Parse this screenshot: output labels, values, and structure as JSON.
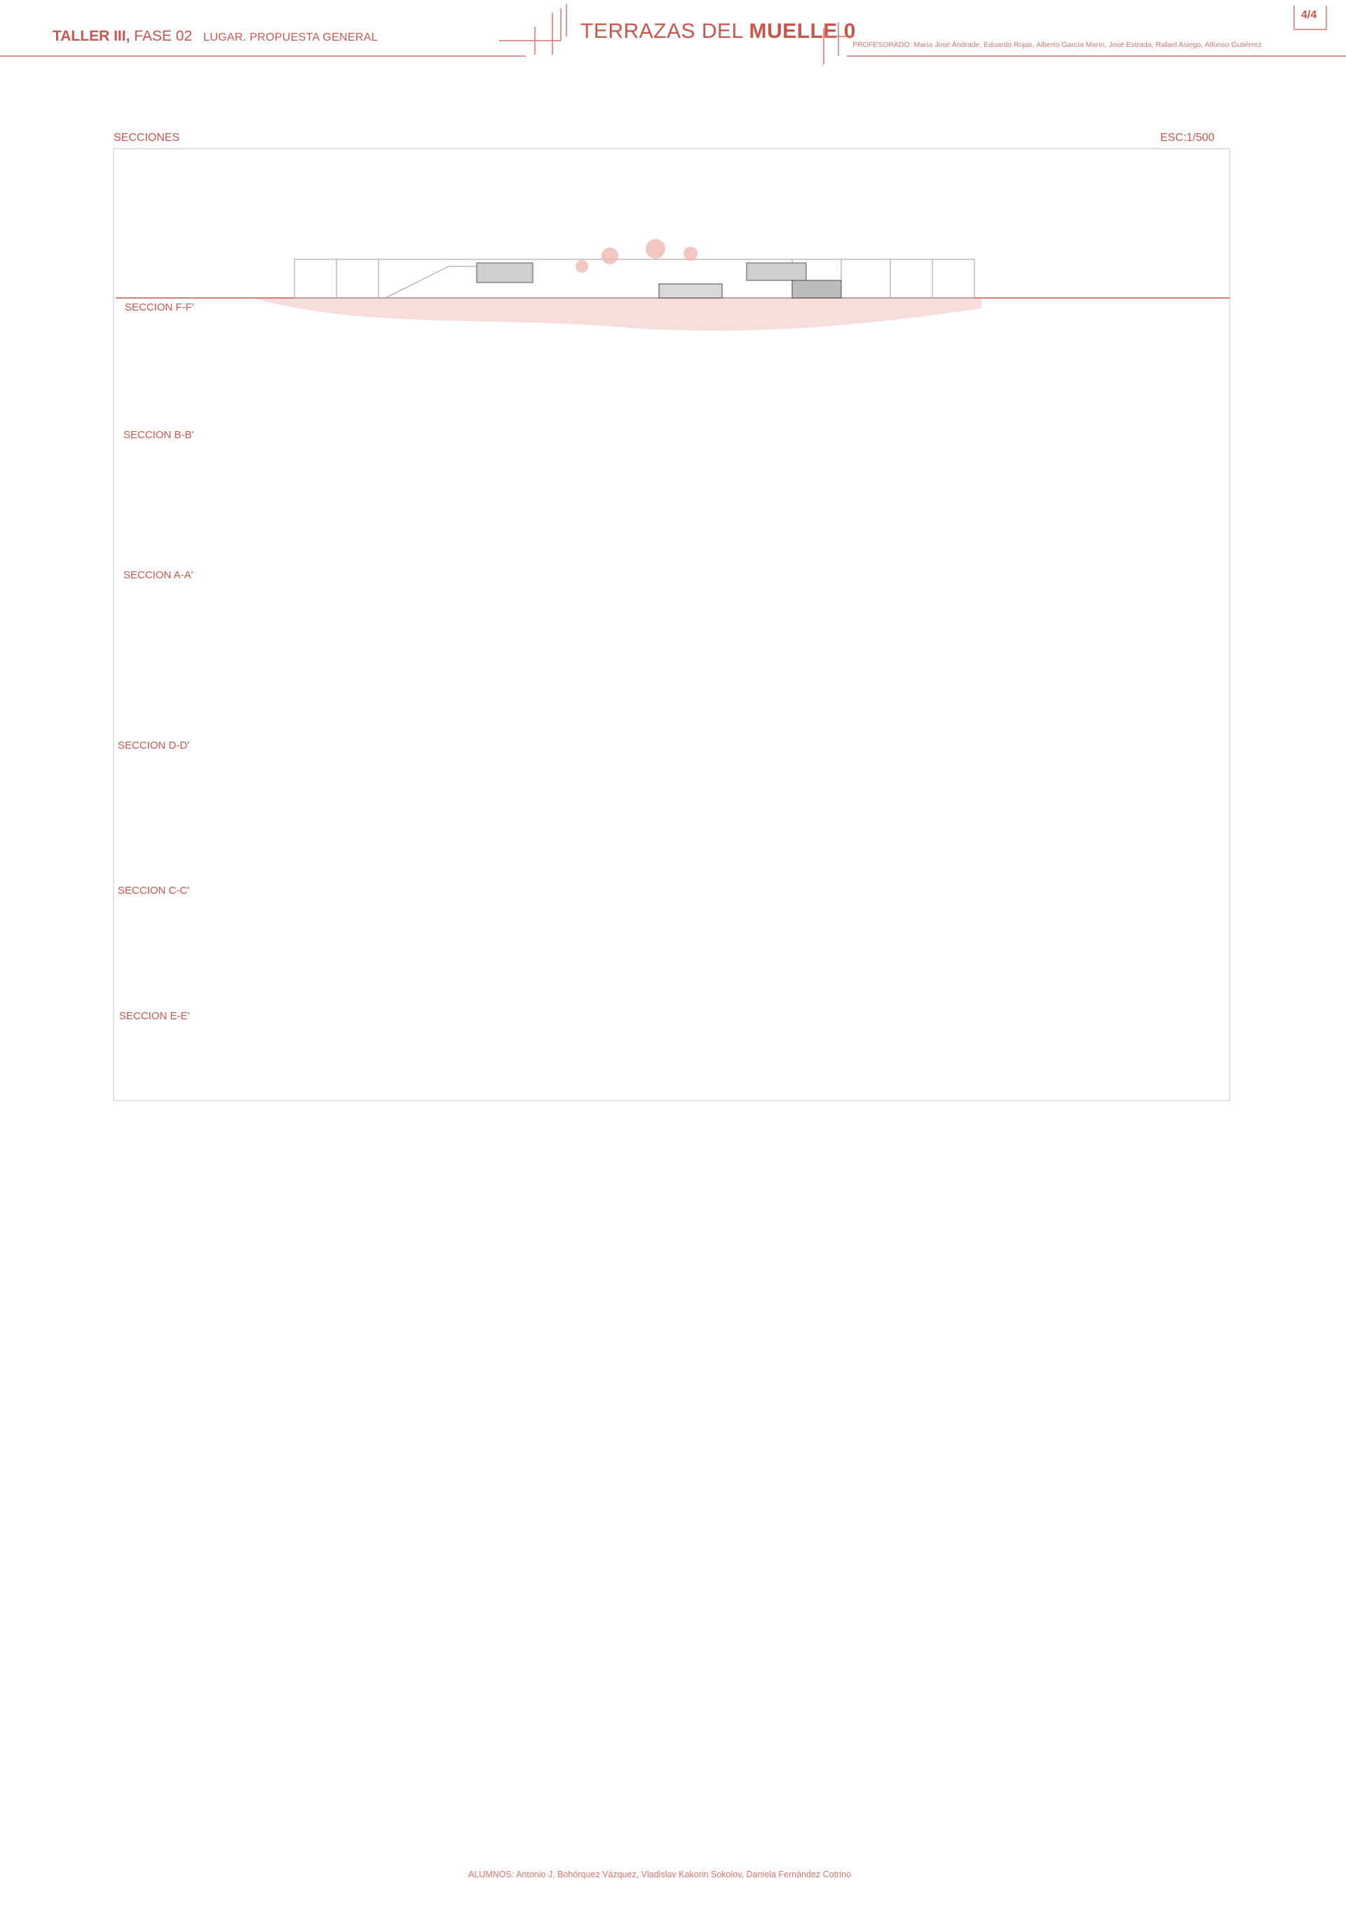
{
  "header": {
    "course": "TALLER III,",
    "phase": "FASE 02",
    "subtitle": "LUGAR. PROPUESTA GENERAL",
    "title_main": "TERRAZAS DEL",
    "title_bold": "MUELLE 0",
    "faculty": "PROFESORADO: María José Andrade, Eduardo Rojas, Alberto García Marín, José Estrada, Rafael Asiego, Alfonso Gutiérrez",
    "page": "4/4"
  },
  "sections_panel": {
    "title": "SECCIONES",
    "scale": "ESC:1/500",
    "sections": [
      {
        "label": "SECCION F-F'"
      },
      {
        "label": "SECCION B-B'"
      },
      {
        "label": "SECCION A-A'"
      },
      {
        "label": "SECCION D-D'"
      },
      {
        "label": "SECCION C-C'"
      },
      {
        "label": "SECCION E-E'"
      }
    ]
  },
  "footer": {
    "students": "ALUMNOS:  Antonio J. Bohórquez Vázquez, Vladislav Kakorin Sokolov, Daniela Fernández Cotrino"
  },
  "colors": {
    "accent": "#c8564c",
    "pink_fill": "#f7d9d6",
    "water": "#a9d2da",
    "grey": "#bdbdbd",
    "grass": "#9bb482"
  }
}
